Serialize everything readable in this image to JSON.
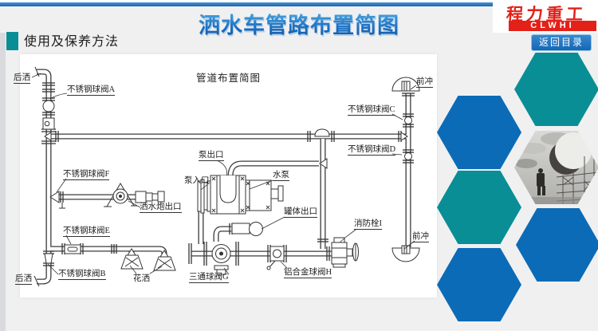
{
  "colors": {
    "teal": "#0a8e96",
    "blue": "#0b6bb7",
    "red": "#e32119",
    "title_blue": "#1a72c4"
  },
  "header": {
    "section_label": "使用及保养方法",
    "title": "洒水车管路布置简图",
    "logo": {
      "name": "程力重工",
      "sub": "CLWHI"
    },
    "back_button": "返回目录"
  },
  "diagram": {
    "title": "管道布置简图",
    "labels": {
      "rear_spray_top": "后洒",
      "valve_a": "不锈钢球阀A",
      "valve_f": "不锈钢球阀F",
      "cannon_outlet": "洒水炮出口",
      "valve_e": "不锈钢球阀E",
      "valve_b": "不锈钢球阀B",
      "rear_spray_bottom": "后洒",
      "shower": "花洒",
      "pump_outlet": "泵出口",
      "pump_inlet": "泵入口",
      "water_pump": "水泵",
      "tank_outlet": "罐体出口",
      "three_way_valve": "三通球阀G",
      "alloy_valve": "铝合金球阀H",
      "hydrant": "消防栓I",
      "valve_c": "不锈钢球阀C",
      "valve_d": "不锈钢球阀D",
      "front_flush_top": "前冲",
      "front_flush_bottom": "前冲"
    }
  }
}
